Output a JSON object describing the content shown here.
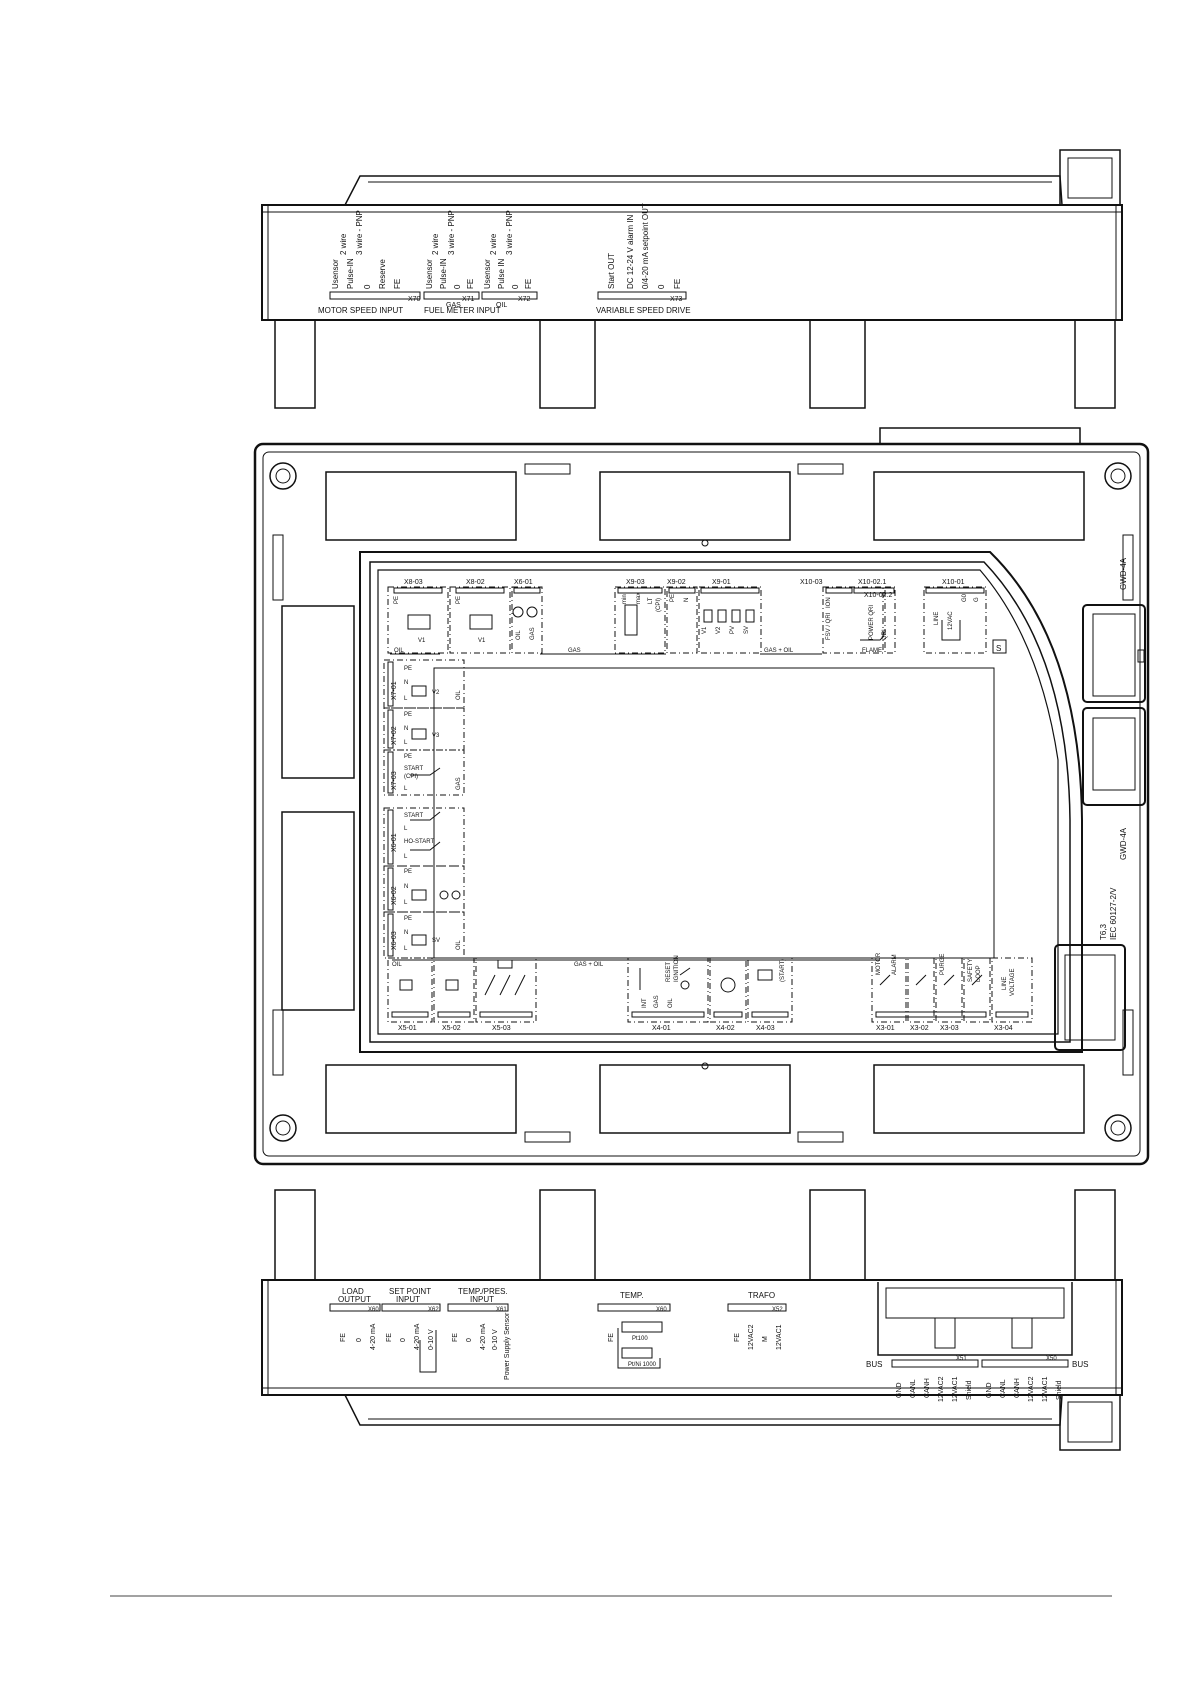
{
  "top_panel": {
    "motor_speed": {
      "title": "MOTOR SPEED INPUT",
      "terminal": "X70",
      "pins": [
        "Usensor",
        "Pulse-IN",
        "0",
        "Reserve",
        "FE"
      ],
      "notes": [
        "2 wire",
        "3 wire - PNP"
      ]
    },
    "fuel_meter": {
      "title": "FUEL METER INPUT",
      "gas_label": "GAS",
      "oil_label": "OIL",
      "gas_terminal": "X71",
      "oil_terminal": "X72",
      "gas_pins": [
        "Usensor",
        "Pulse-IN",
        "0",
        "FE"
      ],
      "oil_pins": [
        "Usensor",
        "Pulse IN",
        "0",
        "FE"
      ],
      "notes": [
        "2 wire",
        "3 wire - PNP"
      ]
    },
    "vsd": {
      "title": "VARIABLE SPEED DRIVE",
      "terminal": "X73",
      "pins": [
        "Start OUT",
        "DC 12-24 V alarm IN",
        "0/4-20 mA setpoint OUT",
        "0",
        "FE"
      ]
    }
  },
  "middle_panel": {
    "top_row": {
      "x803": "X8-03",
      "x802": "X8-02",
      "x601": "X6-01",
      "x903": "X9-03",
      "x902": "X9-02",
      "x901": "X9-01",
      "x1003": "X10-03",
      "x10021": "X10-02.1",
      "x10022": "X10-02.2",
      "x1001": "X10-01",
      "pe": "PE",
      "oil": "OIL",
      "gas": "GAS",
      "gas_oil": "GAS + OIL",
      "flame": "FLAME",
      "v1": "V1",
      "v2": "V2",
      "pv": "PV",
      "sv": "SV",
      "min": "min",
      "max": "max",
      "lt": "LT",
      "cpi": "(CPI)",
      "ion": "ION",
      "fsv_qri": "FSV / QRI",
      "power_qri": "POWER QRI",
      "qri": "QRI",
      "line": "LINE",
      "vac12": "12VAC",
      "g0": "G0",
      "g": "G",
      "s": "S",
      "n": "N",
      "l": "L",
      "oil_v": "OIL",
      "gas_v": "GAS"
    },
    "left_column": {
      "x701": "X7-01",
      "x702": "X7-02",
      "x703": "X7-03",
      "x601": "X6-01",
      "x602": "X6-02",
      "x603": "X6-03",
      "pe": "PE",
      "n": "N",
      "l": "L",
      "v2": "V2",
      "v3": "V3",
      "start": "START",
      "cpi": "(CPI)",
      "hostart": "HO-START",
      "sv": "SV",
      "oil": "OIL",
      "gas": "GAS"
    },
    "bottom_row": {
      "x501": "X5-01",
      "x502": "X5-02",
      "x503": "X5-03",
      "x401": "X4-01",
      "x402": "X4-02",
      "x403": "X4-03",
      "x301": "X3-01",
      "x302": "X3-02",
      "x303": "X3-03",
      "x304": "X3-04",
      "oil": "OIL",
      "gas_oil": "GAS + OIL",
      "reset_ignition": [
        "RESET",
        "IGNITION"
      ],
      "start": "(START)",
      "motor": "MOTOR",
      "alarm": "ALARM",
      "purge": "PURGE",
      "safety_loop": [
        "SAFETY",
        "LOOP"
      ],
      "line_voltage": [
        "LINE",
        "VOLTAGE"
      ],
      "pe": "PE",
      "n": "N",
      "l": "L",
      "int": "INT",
      "gas": "GAS",
      "oil_t": "OIL"
    },
    "side_labels": {
      "gwd_top": "GWD-4A",
      "gwd_mid": "GWD-4A",
      "fuse": "T6,3",
      "iec": "IEC 60127-2/V"
    }
  },
  "bottom_panel": {
    "load_output": {
      "title": [
        "LOAD",
        "OUTPUT"
      ],
      "terminal": "X60",
      "pins": [
        "FE",
        "0",
        "4-20 mA"
      ]
    },
    "set_point": {
      "title": [
        "SET POINT",
        "INPUT"
      ],
      "terminal": "X62",
      "pins": [
        "FE",
        "0",
        "4-20 mA",
        "0-10 V"
      ]
    },
    "temp_pres": {
      "title": [
        "TEMP./PRES.",
        "INPUT"
      ],
      "terminal": "X61",
      "pins": [
        "FE",
        "0",
        "4-20 mA",
        "0-10 V",
        "Power Supply Sensor"
      ]
    },
    "temp": {
      "title": "TEMP.",
      "terminal": "X60",
      "pins": [
        "FE"
      ],
      "pt100": "Pt100",
      "pt1000": "Pt/Ni 1000"
    },
    "trafo": {
      "title": "TRAFO",
      "terminal": "X52",
      "pins": [
        "FE",
        "12VAC2",
        "M",
        "12VAC1"
      ]
    },
    "bus": {
      "left": "BUS",
      "right": "BUS",
      "terminal_left": "X51",
      "terminal_right": "X50",
      "left_pins": [
        "GND",
        "CANL",
        "CANH",
        "12VAC2",
        "12VAC1",
        "Shield"
      ],
      "right_pins": [
        "GND",
        "CANL",
        "CANH",
        "12VAC2",
        "12VAC1",
        "Shield"
      ]
    }
  }
}
